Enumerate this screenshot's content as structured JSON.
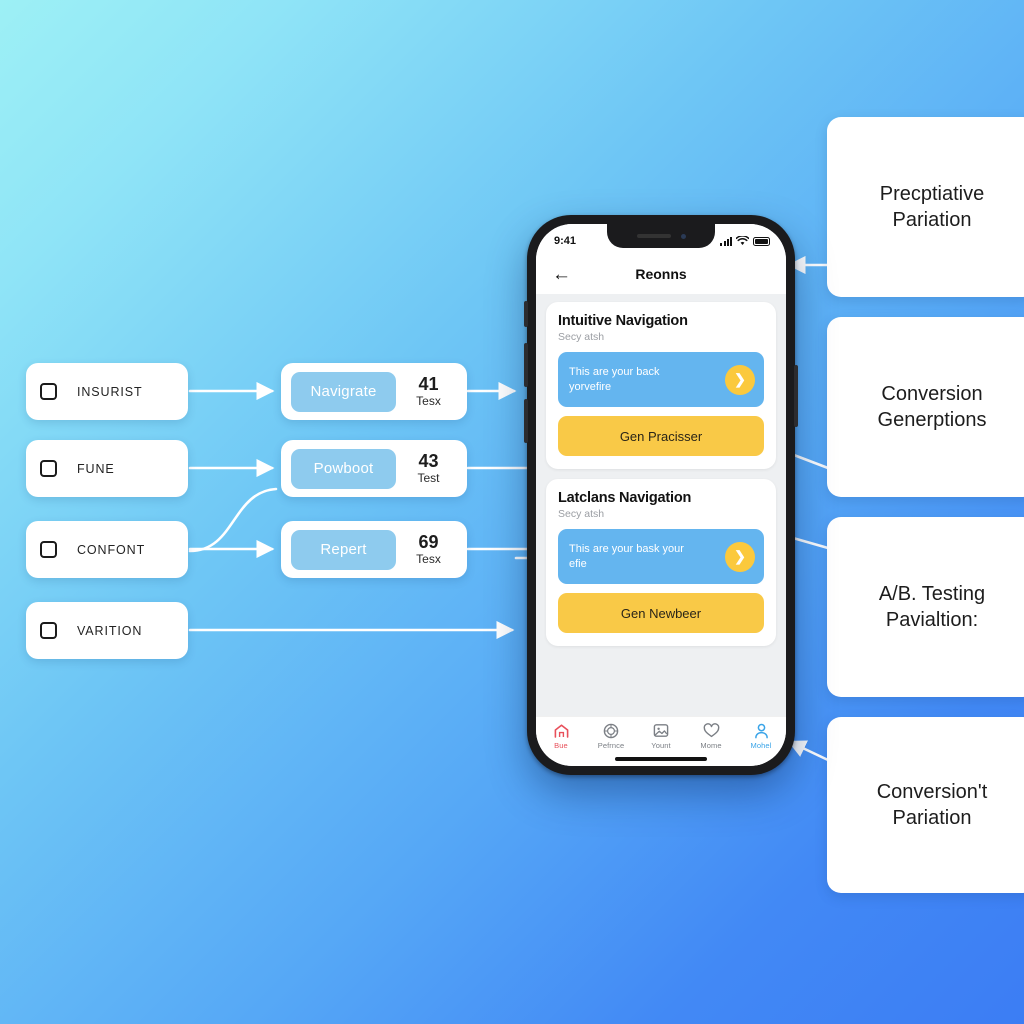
{
  "background": {
    "from": "#9df0f5",
    "to": "#3c7df4"
  },
  "left_column": {
    "items": [
      {
        "label": "INSURIST",
        "checkbox": "unchecked-checkbox-icon"
      },
      {
        "label": "FUNE",
        "checkbox": "unchecked-checkbox-icon"
      },
      {
        "label": "CONFONT",
        "checkbox": "unchecked-checkbox-icon"
      },
      {
        "label": "VARITION",
        "checkbox": "unchecked-checkbox-icon"
      }
    ]
  },
  "middle_column": {
    "items": [
      {
        "pill": "Navigrate",
        "number": "41",
        "unit": "Tesx"
      },
      {
        "pill": "Powboot",
        "number": "43",
        "unit": "Test"
      },
      {
        "pill": "Repert",
        "number": "69",
        "unit": "Tesx"
      }
    ]
  },
  "right_column": {
    "items": [
      {
        "label": "Precptiative Pariation"
      },
      {
        "label": "Conversion Generptions"
      },
      {
        "label": "A/B. Testing Pavialtion:"
      },
      {
        "label": "Conversion't Pariation"
      }
    ]
  },
  "phone": {
    "status": {
      "time": "9:41",
      "signal_icon": "signal-bars-icon",
      "wifi_icon": "wifi-icon",
      "battery_icon": "battery-full-icon"
    },
    "navbar": {
      "back_icon": "back-arrow-icon",
      "title": "Reonns"
    },
    "cards": [
      {
        "title": "Intuitive Navigation",
        "subtitle": "Secy atsh",
        "banner_text": "This are your back yorvefire",
        "banner_chevron": "chevron-right-icon",
        "button": "Gen Pracisser"
      },
      {
        "title": "Latclans Navigation",
        "subtitle": "Secy atsh",
        "banner_text": "This are your bask your efie",
        "banner_chevron": "chevron-right-icon",
        "button": "Gen Newbeer"
      }
    ],
    "tabs": [
      {
        "label": "Bue",
        "icon": "home-icon",
        "active": true
      },
      {
        "label": "Pefrnce",
        "icon": "circle-badge-icon",
        "active": false
      },
      {
        "label": "Yount",
        "icon": "image-icon",
        "active": false
      },
      {
        "label": "Mome",
        "icon": "heart-icon",
        "active": false
      },
      {
        "label": "Mohel",
        "icon": "person-icon",
        "active": true
      }
    ],
    "colors": {
      "banner_blue": "#64b5ef",
      "button_yellow": "#f9c947",
      "accent_red": "#e8505b",
      "accent_blue": "#3aa4e8"
    }
  }
}
